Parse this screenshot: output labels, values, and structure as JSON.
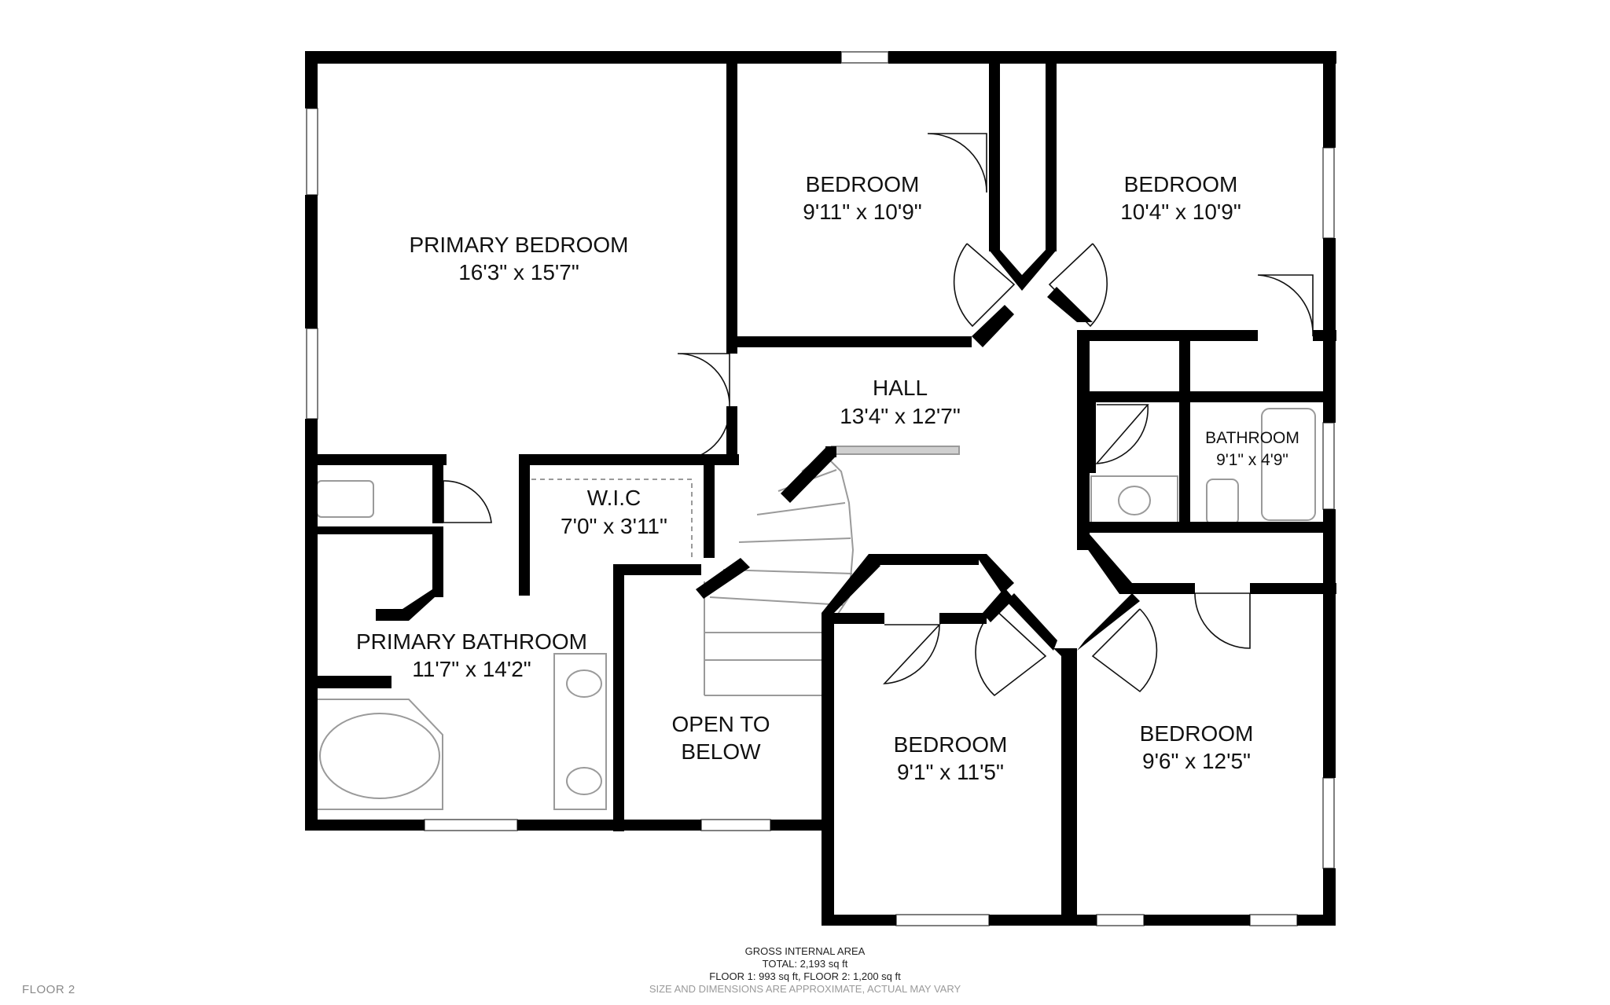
{
  "rooms": {
    "primary_bedroom": {
      "name": "PRIMARY BEDROOM",
      "size": "16'3\" x 15'7\""
    },
    "bedroom_top_middle": {
      "name": "BEDROOM",
      "size": "9'11\" x 10'9\""
    },
    "bedroom_top_right": {
      "name": "BEDROOM",
      "size": "10'4\" x 10'9\""
    },
    "hall": {
      "name": "HALL",
      "size": "13'4\" x 12'7\""
    },
    "bathroom": {
      "name": "BATHROOM",
      "size": "9'1\" x 4'9\""
    },
    "wic": {
      "name": "W.I.C",
      "size": "7'0\" x 3'11\""
    },
    "primary_bathroom": {
      "name": "PRIMARY BATHROOM",
      "size": "11'7\" x 14'2\""
    },
    "open_to_below": {
      "line1": "OPEN TO",
      "line2": "BELOW"
    },
    "bedroom_bottom_middle": {
      "name": "BEDROOM",
      "size": "9'1\" x 11'5\""
    },
    "bedroom_bottom_right": {
      "name": "BEDROOM",
      "size": "9'6\" x 12'5\""
    }
  },
  "footer": {
    "heading": "GROSS INTERNAL AREA",
    "total": "TOTAL: 2,193 sq ft",
    "floors": "FLOOR 1: 993 sq ft, FLOOR 2: 1,200 sq ft",
    "disclaimer": "SIZE AND DIMENSIONS ARE APPROXIMATE, ACTUAL MAY VARY"
  },
  "floor_label": "FLOOR 2",
  "colors": {
    "wall": "#000000",
    "fixture": "#9a9a9a",
    "background": "#ffffff"
  }
}
